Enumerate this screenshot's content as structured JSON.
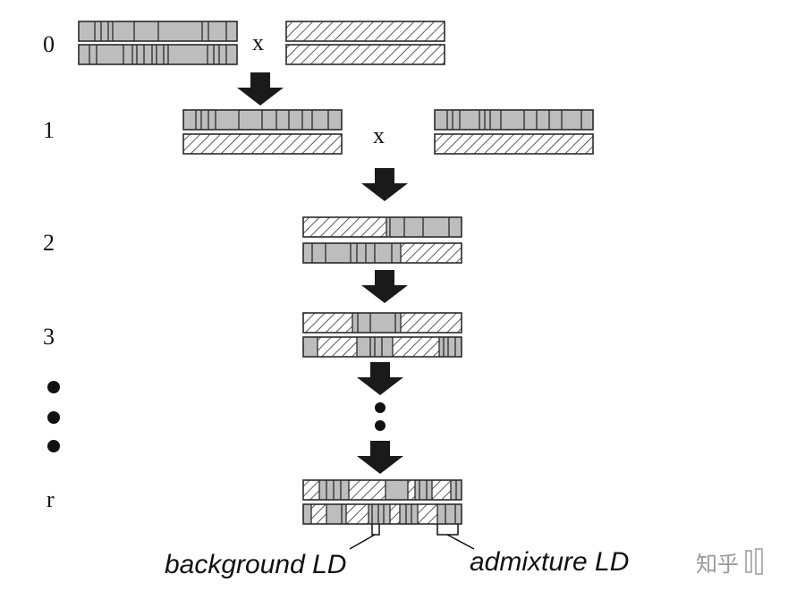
{
  "generation_labels": [
    "0",
    "1",
    "2",
    "3",
    "r"
  ],
  "cross_symbol": "x",
  "annotations": {
    "background_ld": "background LD",
    "admixture_ld": "admixture LD"
  },
  "watermark": "知乎",
  "colors": {
    "segment_fill": "#bdbdbd",
    "outline": "#2a2a2a",
    "hatch_line": "#333333",
    "arrow": "#1a1a1a"
  }
}
